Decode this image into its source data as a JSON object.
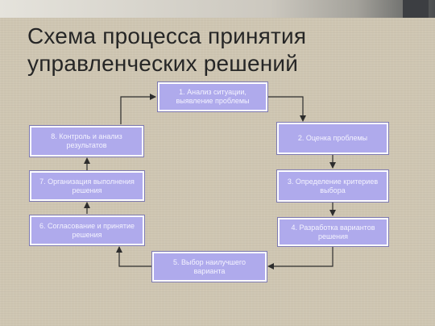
{
  "title": {
    "line1": "Схема процесса принятия",
    "line2": "управленческих решений"
  },
  "steps": [
    {
      "label": "1. Анализ ситуации, выявление проблемы"
    },
    {
      "label": "2. Оценка проблемы"
    },
    {
      "label": "3. Определение критериев выбора"
    },
    {
      "label": "4. Разработка вариантов решения"
    },
    {
      "label": "5. Выбор наилучшего варианта"
    },
    {
      "label": "6. Согласование и принятие решения"
    },
    {
      "label": "7. Организация выполнения решения"
    },
    {
      "label": "8. Контроль и анализ результатов"
    }
  ],
  "colors": {
    "background": "#cfc6b2",
    "box_fill": "#afaaec",
    "box_border": "#ffffff",
    "connector": "#2d2d2d",
    "title": "#262626"
  }
}
